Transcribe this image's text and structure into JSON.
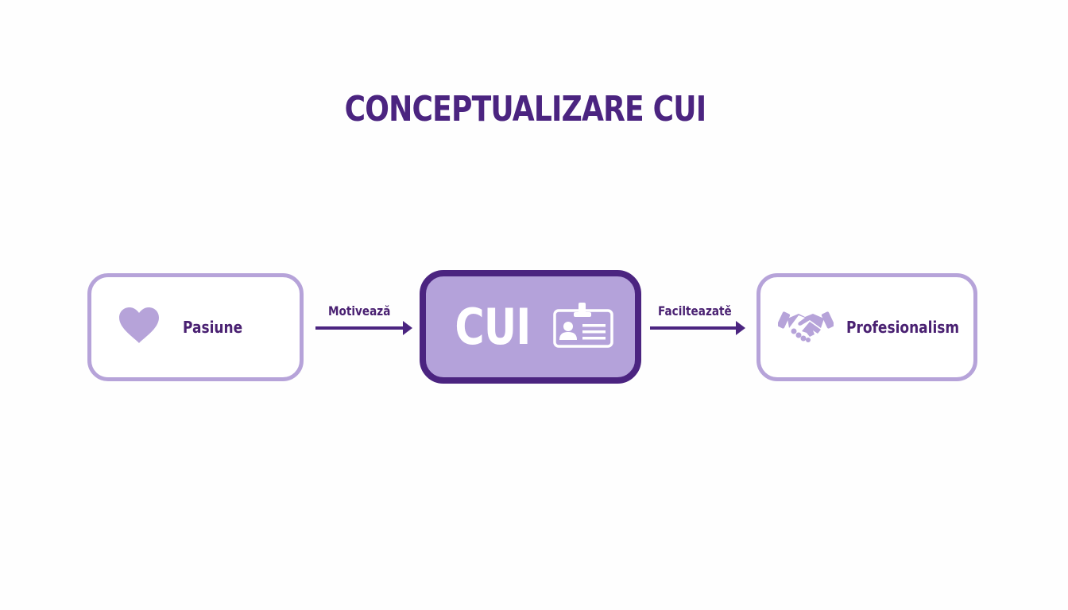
{
  "title": "CONCEPTUALIZARE CUI",
  "colors": {
    "primary_dark": "#4b2480",
    "light_purple": "#b6a3d9",
    "center_fill": "#b4a2da",
    "text_dark": "#4a2172",
    "background": "#fefefe"
  },
  "nodes": [
    {
      "id": "pasiune",
      "label": "Pasiune",
      "icon": "heart-icon"
    },
    {
      "id": "cui",
      "label": "CUI",
      "icon": "id-badge-icon"
    },
    {
      "id": "profesionalism",
      "label": "Profesionalism",
      "icon": "handshake-icon"
    }
  ],
  "edges": [
    {
      "from": "pasiune",
      "to": "cui",
      "label": "Motivează"
    },
    {
      "from": "cui",
      "to": "profesionalism",
      "label": "Facilteazatě"
    }
  ]
}
